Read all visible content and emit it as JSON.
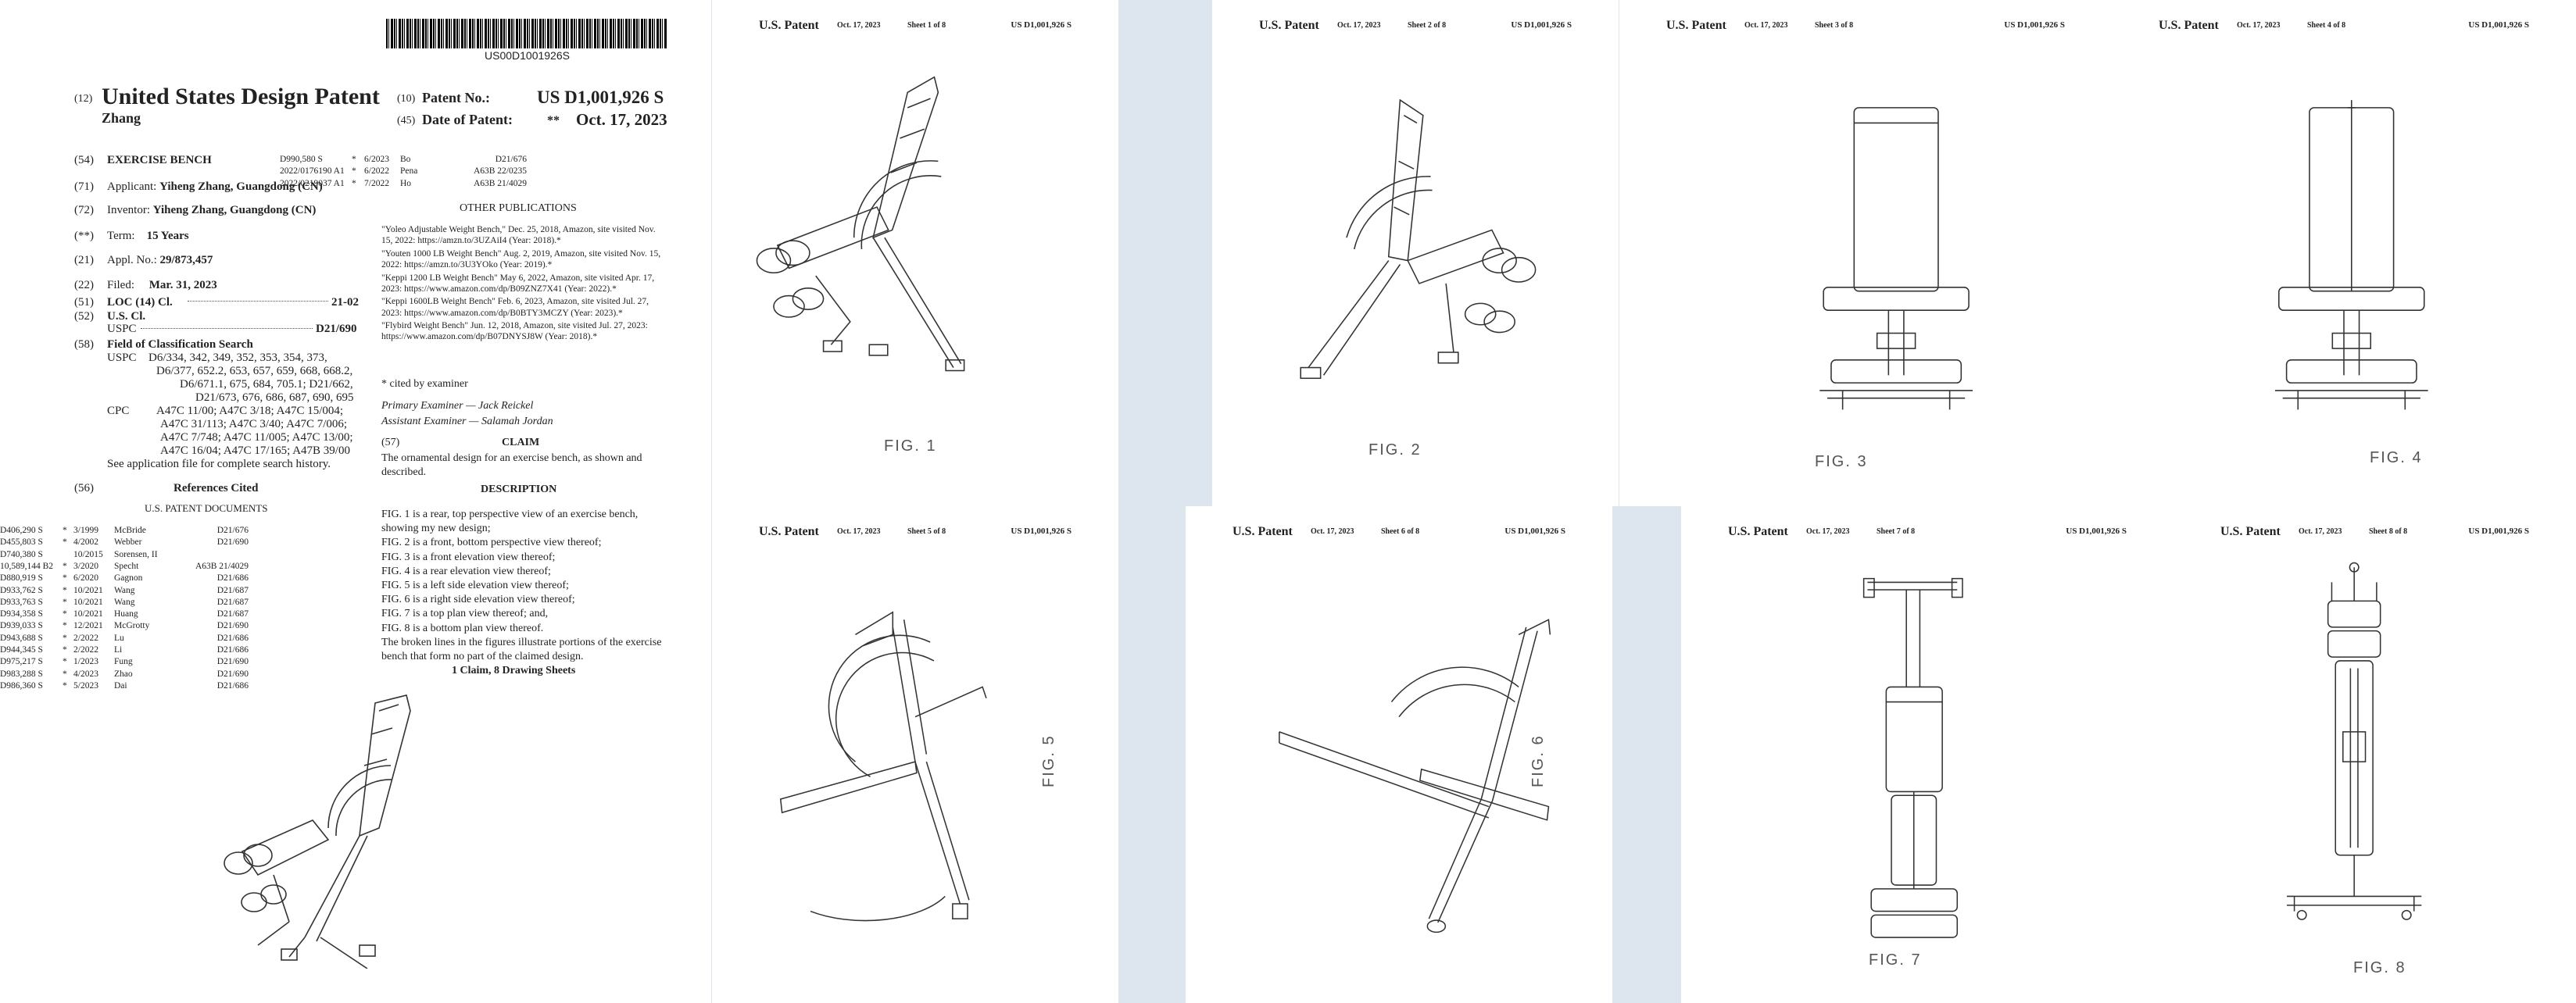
{
  "front": {
    "barcode_text": "US00D1001926S",
    "kind_code": "(12)",
    "title": "United States Design Patent",
    "inventor_surname": "Zhang",
    "patent_no_code": "(10)",
    "patent_no_label": "Patent No.:",
    "patent_no": "US D1,001,926 S",
    "date_code": "(45)",
    "date_label": "Date of Patent:",
    "date_marks": "**",
    "date": "Oct. 17, 2023",
    "fields": [
      {
        "code": "(54)",
        "label": "EXERCISE BENCH",
        "value": ""
      },
      {
        "code": "(71)",
        "label": "Applicant:",
        "value": "Yiheng Zhang, Guangdong (CN)"
      },
      {
        "code": "(72)",
        "label": "Inventor:",
        "value": "Yiheng Zhang, Guangdong (CN)"
      },
      {
        "code": "(**)",
        "label": "Term:",
        "value": "15 Years"
      },
      {
        "code": "(21)",
        "label": "Appl. No.:",
        "value": "29/873,457"
      },
      {
        "code": "(22)",
        "label": "Filed:",
        "value": "Mar. 31, 2023"
      }
    ],
    "loc": {
      "code": "(51)",
      "label": "LOC (14) Cl.",
      "value": "21-02"
    },
    "uscl": {
      "code": "(52)",
      "label": "U.S. Cl.",
      "sub": "USPC",
      "value": "D21/690"
    },
    "field_search": {
      "code": "(58)",
      "label": "Field of Classification Search",
      "uspc_label": "USPC",
      "uspc_lines": [
        "D6/334, 342, 349, 352, 353, 354, 373,",
        "D6/377, 652.2, 653, 657, 659, 668, 668.2,",
        "D6/671.1, 675, 684, 705.1; D21/662,",
        "D21/673, 676, 686, 687, 690, 695"
      ],
      "cpc_label": "CPC",
      "cpc_lines": [
        "A47C 11/00; A47C 3/18; A47C 15/004;",
        "A47C 31/113; A47C 3/40; A47C 7/006;",
        "A47C 7/748; A47C 11/005; A47C 13/00;",
        "A47C 16/04; A47C 17/165; A47B 39/00"
      ],
      "note": "See application file for complete search history."
    },
    "refs_code": "(56)",
    "refs_title": "References Cited",
    "refs_subtitle": "U.S. PATENT DOCUMENTS",
    "references": [
      [
        "D406,290 S",
        "*",
        "3/1999",
        "McBride",
        "D21/676"
      ],
      [
        "D455,803 S",
        "*",
        "4/2002",
        "Webber",
        "D21/690"
      ],
      [
        "D740,380 S",
        "",
        "10/2015",
        "Sorensen, II",
        ""
      ],
      [
        "10,589,144 B2",
        "*",
        "3/2020",
        "Specht",
        "A63B 21/4029"
      ],
      [
        "D880,919 S",
        "*",
        "6/2020",
        "Gagnon",
        "D21/686"
      ],
      [
        "D933,762 S",
        "*",
        "10/2021",
        "Wang",
        "D21/687"
      ],
      [
        "D933,763 S",
        "*",
        "10/2021",
        "Wang",
        "D21/687"
      ],
      [
        "D934,358 S",
        "*",
        "10/2021",
        "Huang",
        "D21/687"
      ],
      [
        "D939,033 S",
        "*",
        "12/2021",
        "McGrotty",
        "D21/690"
      ],
      [
        "D943,688 S",
        "*",
        "2/2022",
        "Lu",
        "D21/686"
      ],
      [
        "D944,345 S",
        "*",
        "2/2022",
        "Li",
        "D21/686"
      ],
      [
        "D975,217 S",
        "*",
        "1/2023",
        "Fung",
        "D21/690"
      ],
      [
        "D983,288 S",
        "*",
        "4/2023",
        "Zhao",
        "D21/690"
      ],
      [
        "D986,360 S",
        "*",
        "5/2023",
        "Dai",
        "D21/686"
      ]
    ],
    "references_right": [
      [
        "D990,580 S",
        "*",
        "6/2023",
        "Bo",
        "D21/676"
      ],
      [
        "2022/0176190 A1",
        "*",
        "6/2022",
        "Pena",
        "A63B 22/0235"
      ],
      [
        "2022/0219037 A1",
        "*",
        "7/2022",
        "Ho",
        "A63B 21/4029"
      ]
    ],
    "other_pubs_title": "OTHER PUBLICATIONS",
    "other_pubs": [
      "\"Yoleo Adjustable Weight Bench,\" Dec. 25, 2018, Amazon, site visited Nov. 15, 2022: https://amzn.to/3UZAiI4 (Year: 2018).*",
      "\"Youten 1000 LB Weight Bench\" Aug. 2, 2019, Amazon, site visited Nov. 15, 2022: https://amzn.to/3U3YOko (Year: 2019).*",
      "\"Keppi 1200 LB Weight Bench\" May 6, 2022, Amazon, site visited Apr. 17, 2023: https://www.amazon.com/dp/B09ZNZ7X41 (Year: 2022).*",
      "\"Keppi 1600LB Weight Bench\" Feb. 6, 2023, Amazon, site visited Jul. 27, 2023: https://www.amazon.com/dp/B0BTY3MCZY (Year: 2023).*",
      "\"Flybird Weight Bench\" Jun. 12, 2018, Amazon, site visited Jul. 27, 2023: https://www.amazon.com/dp/B07DNYSJ8W (Year: 2018).*"
    ],
    "cited_note": "* cited by examiner",
    "primary_examiner": "Primary Examiner — Jack Reickel",
    "assistant_examiner": "Assistant Examiner — Salamah Jordan",
    "claim_code": "(57)",
    "claim_title": "CLAIM",
    "claim_text": "The ornamental design for an exercise bench, as shown and described.",
    "description_title": "DESCRIPTION",
    "description_lines": [
      "FIG. 1 is a rear, top perspective view of an exercise bench, showing my new design;",
      "FIG. 2 is a front, bottom perspective view thereof;",
      "FIG. 3 is a front elevation view thereof;",
      "FIG. 4 is a rear elevation view thereof;",
      "FIG. 5 is a left side elevation view thereof;",
      "FIG. 6 is a right side elevation view thereof;",
      "FIG. 7 is a top plan view thereof; and,",
      "FIG. 8 is a bottom plan view thereof.",
      "The broken lines in the figures illustrate portions of the exercise bench that form no part of the claimed design."
    ],
    "claims_summary": "1 Claim, 8 Drawing Sheets"
  },
  "sheets": [
    {
      "header": "U.S. Patent",
      "date": "Oct. 17, 2023",
      "sheet": "Sheet 1 of 8",
      "number": "US D1,001,926 S",
      "fig": "FIG. 1"
    },
    {
      "header": "U.S. Patent",
      "date": "Oct. 17, 2023",
      "sheet": "Sheet 2 of 8",
      "number": "US D1,001,926 S",
      "fig": "FIG. 2"
    },
    {
      "header": "U.S. Patent",
      "date": "Oct. 17, 2023",
      "sheet": "Sheet 3 of 8",
      "number": "US D1,001,926 S",
      "fig": "FIG. 3"
    },
    {
      "header": "U.S. Patent",
      "date": "Oct. 17, 2023",
      "sheet": "Sheet 4 of 8",
      "number": "US D1,001,926 S",
      "fig": "FIG. 4"
    },
    {
      "header": "U.S. Patent",
      "date": "Oct. 17, 2023",
      "sheet": "Sheet 5 of 8",
      "number": "US D1,001,926 S",
      "fig": "FIG. 5"
    },
    {
      "header": "U.S. Patent",
      "date": "Oct. 17, 2023",
      "sheet": "Sheet 6 of 8",
      "number": "US D1,001,926 S",
      "fig": "FIG. 6"
    },
    {
      "header": "U.S. Patent",
      "date": "Oct. 17, 2023",
      "sheet": "Sheet 7 of 8",
      "number": "US D1,001,926 S",
      "fig": "FIG. 7"
    },
    {
      "header": "U.S. Patent",
      "date": "Oct. 17, 2023",
      "sheet": "Sheet 8 of 8",
      "number": "US D1,001,926 S",
      "fig": "FIG. 8"
    }
  ]
}
